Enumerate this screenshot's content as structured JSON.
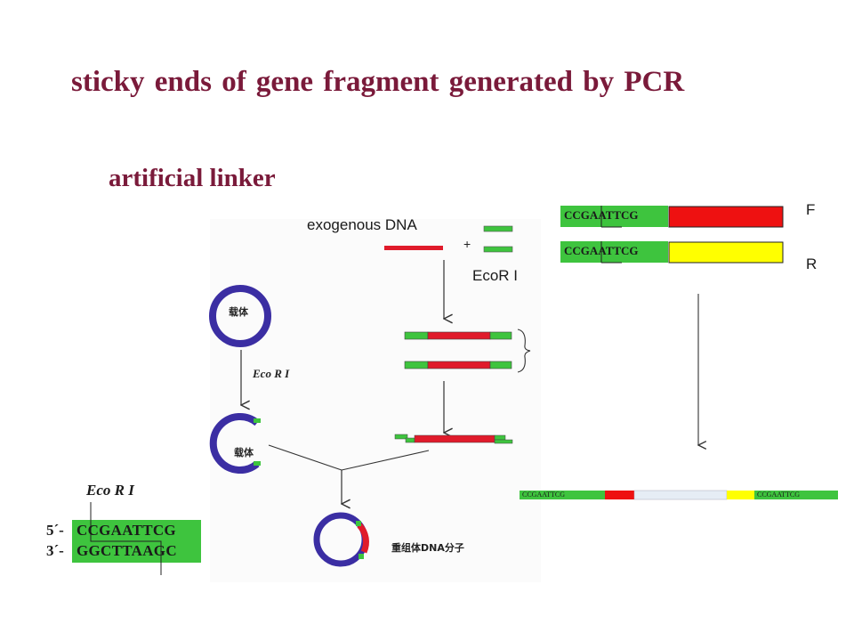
{
  "title": "sticky ends of gene fragment generated by PCR",
  "subtitle": "artificial linker",
  "labels": {
    "exogenous_dna": "exogenous DNA",
    "ecori_right": "EcoR I",
    "primer_f": "F",
    "primer_r": "R",
    "ecori_scan": "Eco R I",
    "ecori_scan_2": "Eco R I",
    "vector": "载体",
    "vector_2": "载体",
    "recombinant": "重组体DNA分子"
  },
  "site": {
    "header": "Eco R I",
    "strand5_prefix": "5´-",
    "strand3_prefix": "3´-",
    "strand5_seq": "CCGAATTCG",
    "strand3_seq": "GGCTTAAGC"
  },
  "primers": {
    "f_seq": "CCGAATTCG",
    "r_seq": "CCGAATTCG",
    "f_color": "#ee1111",
    "r_color": "#ffff00",
    "linker_color": "#3ec43e"
  },
  "product": {
    "left_seq": "CCGAATTCG",
    "right_seq": "CCGAATTCG",
    "middle_color": "#e6edf5"
  },
  "colors": {
    "title": "#7a1a3a",
    "vector": "#3b2ea3",
    "dna_red": "#e01b2b",
    "dna_green": "#3ec43e"
  }
}
